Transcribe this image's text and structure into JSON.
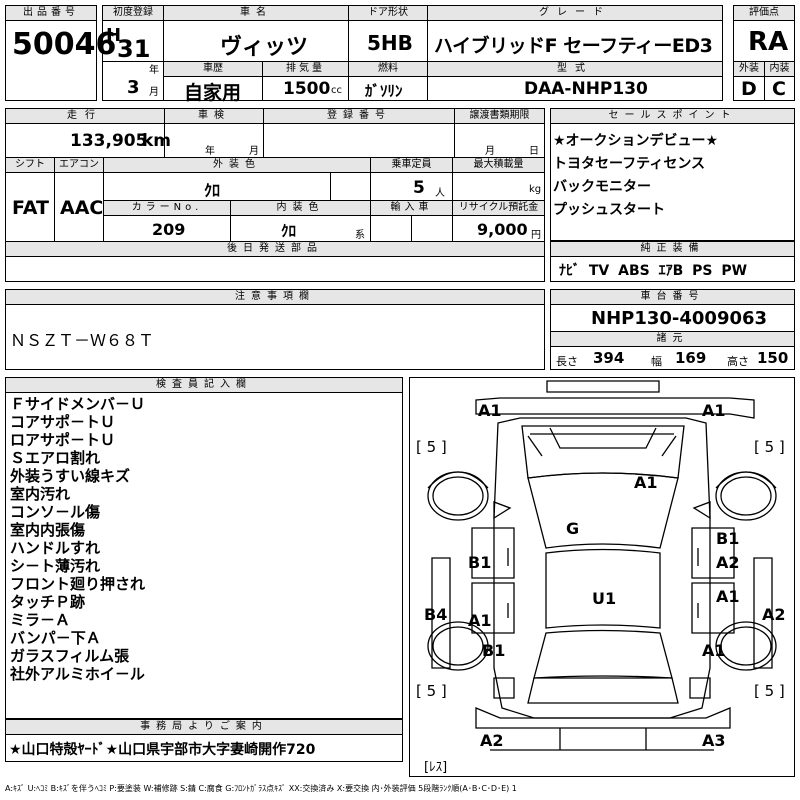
{
  "header": {
    "lot_label": "出品番号",
    "lot_no": "50046",
    "reg_label": "初度登録",
    "reg_era": "H",
    "reg_year": "31",
    "reg_year_unit": "年",
    "reg_month": "3",
    "reg_month_unit": "月",
    "name_label": "車名",
    "name": "ヴィッツ",
    "door_label": "ドア形状",
    "door": "5HB",
    "grade_label": "グレード",
    "grade": "ハイブリッドF セーフティーED3",
    "score_label": "評価点",
    "score": "RA",
    "history_label": "車歴",
    "history": "自家用",
    "disp_label": "排気量",
    "disp": "1500",
    "disp_unit": "cc",
    "fuel_label": "燃料",
    "fuel": "ｶﾞｿﾘﾝ",
    "model_label": "型式",
    "model": "DAA-NHP130",
    "ext_label": "外装",
    "ext_grade": "D",
    "int_label": "内装",
    "int_grade": "C"
  },
  "row2": {
    "mileage_label": "走行",
    "mileage": "133,905",
    "mileage_unit": "km",
    "inspect_label": "車検",
    "inspect_year_unit": "年",
    "inspect_month_unit": "月",
    "regno_label": "登録番号",
    "transfer_label": "譲渡書類期限",
    "transfer_month_unit": "月",
    "transfer_day_unit": "日",
    "shift_label": "シフト",
    "shift": "FAT",
    "ac_label": "エアコン",
    "ac": "AAC",
    "color_label": "外装色",
    "color": "ｸﾛ",
    "capacity_label": "乗車定員",
    "capacity": "5",
    "capacity_unit": "人",
    "load_label": "最大積載量",
    "load_unit": "kg",
    "colorno_label": "カラーNo.",
    "colorno": "209",
    "intcolor_label": "内装色",
    "intcolor": "ｸﾛ",
    "intcolor_unit": "系",
    "import_label": "輸入車",
    "recycle_label": "リサイクル預託金",
    "recycle": "9,000",
    "recycle_unit": "円",
    "later_label": "後日発送部品"
  },
  "sales": {
    "label": "セールスポイント",
    "items": [
      "★オークションデビュー★",
      "トヨタセーフティセンス",
      "バックモニター",
      "プッシュスタート"
    ]
  },
  "equipment": {
    "label": "純正装備",
    "items": "ﾅﾋﾞ TV ABS ｴｱB PS PW"
  },
  "notes": {
    "label": "注意事項欄",
    "text": "ＮＳＺＴ－Ｗ６８Ｔ"
  },
  "chassis": {
    "label": "車台番号",
    "number": "NHP130-4009063",
    "dims_label": "諸元",
    "length_label": "長さ",
    "length": "394",
    "width_label": "幅",
    "width": "169",
    "height_label": "高さ",
    "height": "150"
  },
  "inspector": {
    "label": "検査員記入欄",
    "lines": [
      "Ｆサイドメンバ－Ｕ",
      "コアサポ－トＵ",
      "ロアサポ－トＵ",
      "Ｓエアロ割れ",
      "外装うすい線キズ",
      "室内汚れ",
      "コンソ－ル傷",
      "室内内張傷",
      "ハンドルすれ",
      "シ－ト薄汚れ",
      "フロント廻り押され",
      "タッチＰ跡",
      "ミラ－Ａ",
      "バンパ－下Ａ",
      "ガラスフィルム張",
      "社外アルミホイ－ル"
    ]
  },
  "office": {
    "label": "事務局よりご案内",
    "text": "★山口特殻ﾔｰﾄﾞ★山口県宇部市大字妻崎開作720"
  },
  "legend": "A:ｷｽﾞ U:ﾍｺﾐ B:ｷｽﾞを伴うﾍｺﾐ P:要塗装 W:補修跡 S:錆 C:腐食 G:ﾌﾛﾝﾄｶﾞﾗｽ点ｷｽﾞ XX:交換済み X:要交換 内･外装評価 5段階ﾗﾝｸ順(A･B･C･D･E) 1",
  "diagram": {
    "tire_fl": "[ 5 ]",
    "tire_fr": "[ 5 ]",
    "tire_rl": "[ 5 ]",
    "tire_rr": "[ 5 ]",
    "spare": "[ﾚｽ]",
    "marks": {
      "front_bumper_l": "A1",
      "front_bumper_r": "A1",
      "hood": "A1",
      "windshield": "G",
      "f_door_l": "B1",
      "f_door_r_top": "B1",
      "f_door_r": "A2",
      "sill_l": "B4",
      "r_door_l": "A1",
      "r_door_r": "A1",
      "sill_r": "A2",
      "roof": "U1",
      "r_fender_l": "B1",
      "r_fender_r": "A1",
      "rear_bumper_l": "A2",
      "rear_bumper_r": "A3"
    }
  }
}
